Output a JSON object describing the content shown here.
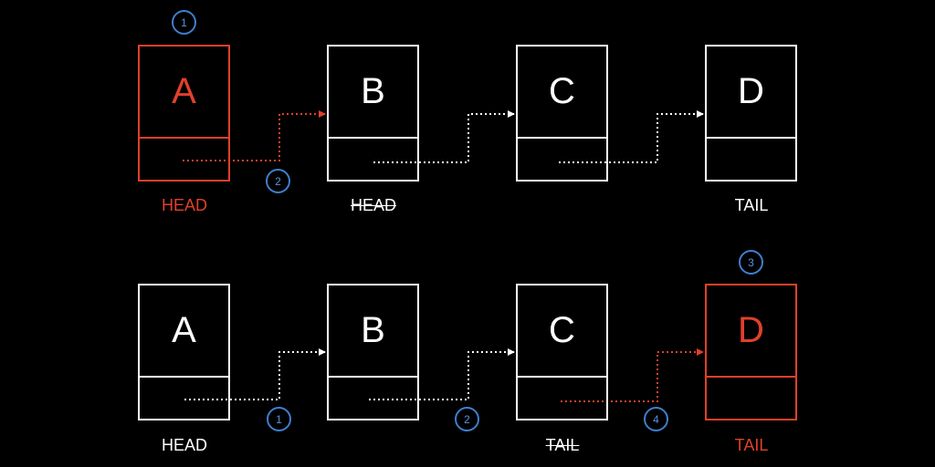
{
  "colors": {
    "background": "#000000",
    "default": "#ffffff",
    "highlight": "#e0402a",
    "step": "#3f7fd0"
  },
  "top_row": {
    "nodes": [
      {
        "letter": "A",
        "highlight": true
      },
      {
        "letter": "B",
        "highlight": false
      },
      {
        "letter": "C",
        "highlight": false
      },
      {
        "letter": "D",
        "highlight": false
      }
    ],
    "labels": [
      {
        "text": "HEAD",
        "highlight": true,
        "strike": false
      },
      {
        "text": "HEAD",
        "highlight": false,
        "strike": true
      },
      {
        "text": "TAIL",
        "highlight": false,
        "strike": false
      }
    ],
    "steps": [
      "1",
      "2"
    ]
  },
  "bottom_row": {
    "nodes": [
      {
        "letter": "A",
        "highlight": false
      },
      {
        "letter": "B",
        "highlight": false
      },
      {
        "letter": "C",
        "highlight": false
      },
      {
        "letter": "D",
        "highlight": true
      }
    ],
    "labels": [
      {
        "text": "HEAD",
        "highlight": false,
        "strike": false
      },
      {
        "text": "TAIL",
        "highlight": false,
        "strike": true
      },
      {
        "text": "TAIL",
        "highlight": true,
        "strike": false
      }
    ],
    "steps": [
      "3",
      "1",
      "2",
      "4"
    ]
  }
}
